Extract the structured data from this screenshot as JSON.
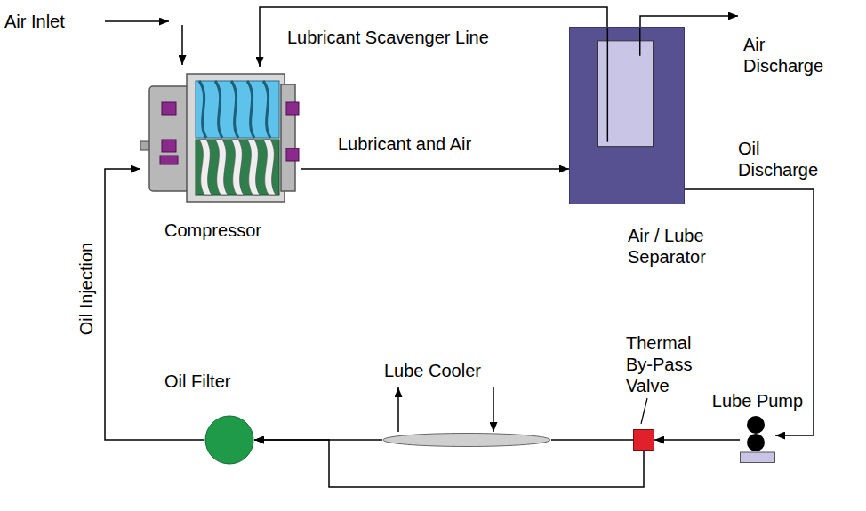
{
  "diagram": {
    "nodes": [
      {
        "text": [
          "Compressor"
        ]
      },
      {
        "text": [
          "Air / Lube Separator"
        ]
      },
      {
        "text": [
          "Lube Pump"
        ]
      },
      {
        "text": [
          "Thermal By-Pass Valve"
        ]
      },
      {
        "text": [
          "Lube Cooler"
        ]
      },
      {
        "text": [
          "Oil Filter"
        ]
      }
    ],
    "edges": [
      {
        "from": 0,
        "to": 1,
        "label": "Lubricant and Air",
        "arrow": "to"
      },
      {
        "from": 1,
        "to": 0,
        "label": "Lubricant Scavenger Line",
        "arrow": "to"
      },
      {
        "from": 1,
        "to": 2,
        "label": "Oil Discharge",
        "arrow": "to"
      },
      {
        "from": 2,
        "to": 3,
        "arrow": "to"
      },
      {
        "from": 3,
        "to": 4,
        "arrow": "none"
      },
      {
        "from": 4,
        "to": 5,
        "arrow": "to"
      },
      {
        "from": 3,
        "to": 5,
        "arrow": "to"
      },
      {
        "from": 5,
        "to": 0,
        "label": "Oil Injection",
        "arrow": "to"
      }
    ],
    "labels": [
      "Air Inlet",
      "Air Discharge"
    ]
  }
}
